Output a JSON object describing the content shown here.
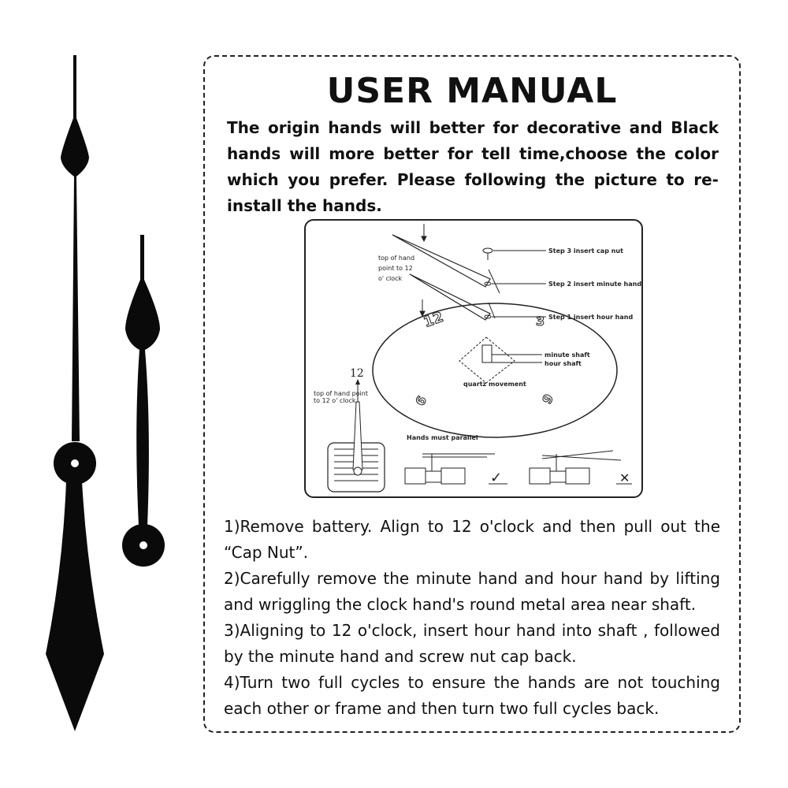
{
  "manual": {
    "title": "USER MANUAL",
    "intro": "The origin hands will better for decorative and Black hands will more better for tell time,choose the color which you prefer. Please following the picture to re-install the hands.",
    "steps": [
      "1)Remove battery. Align to 12 o'clock and then pull out the “Cap Nut”.",
      "2)Carefully remove the minute hand and hour hand by lifting and wriggling the clock hand's round metal area near shaft.",
      "3)Aligning to 12 o'clock, insert hour hand into shaft , followed by the minute hand and screw nut cap back.",
      "4)Turn two full cycles to ensure the hands are not touching each other or frame and then turn two full cycles back."
    ]
  },
  "diagram": {
    "labels": {
      "top_of_hand": "top of hand point to 12 o' clock",
      "step3": "Step 3  insert cap nut",
      "step2": "Step 2  insert minute hand",
      "step1": "Step 1  insert hour hand",
      "minute_shaft": "minute shaft",
      "hour_shaft": "hour shaft",
      "quartz_movement": "quartz movement",
      "twelve": "12",
      "dial_12": "12",
      "dial_3": "3",
      "dial_6": "6",
      "dial_9": "9",
      "small_top_of_hand": "top of hand point to 12 o' clock",
      "hands_must_parallel": "Hands must parallel",
      "check": "✓",
      "cross": "✕"
    }
  },
  "colors": {
    "hands": "#0a0a0a",
    "border": "#222222"
  }
}
